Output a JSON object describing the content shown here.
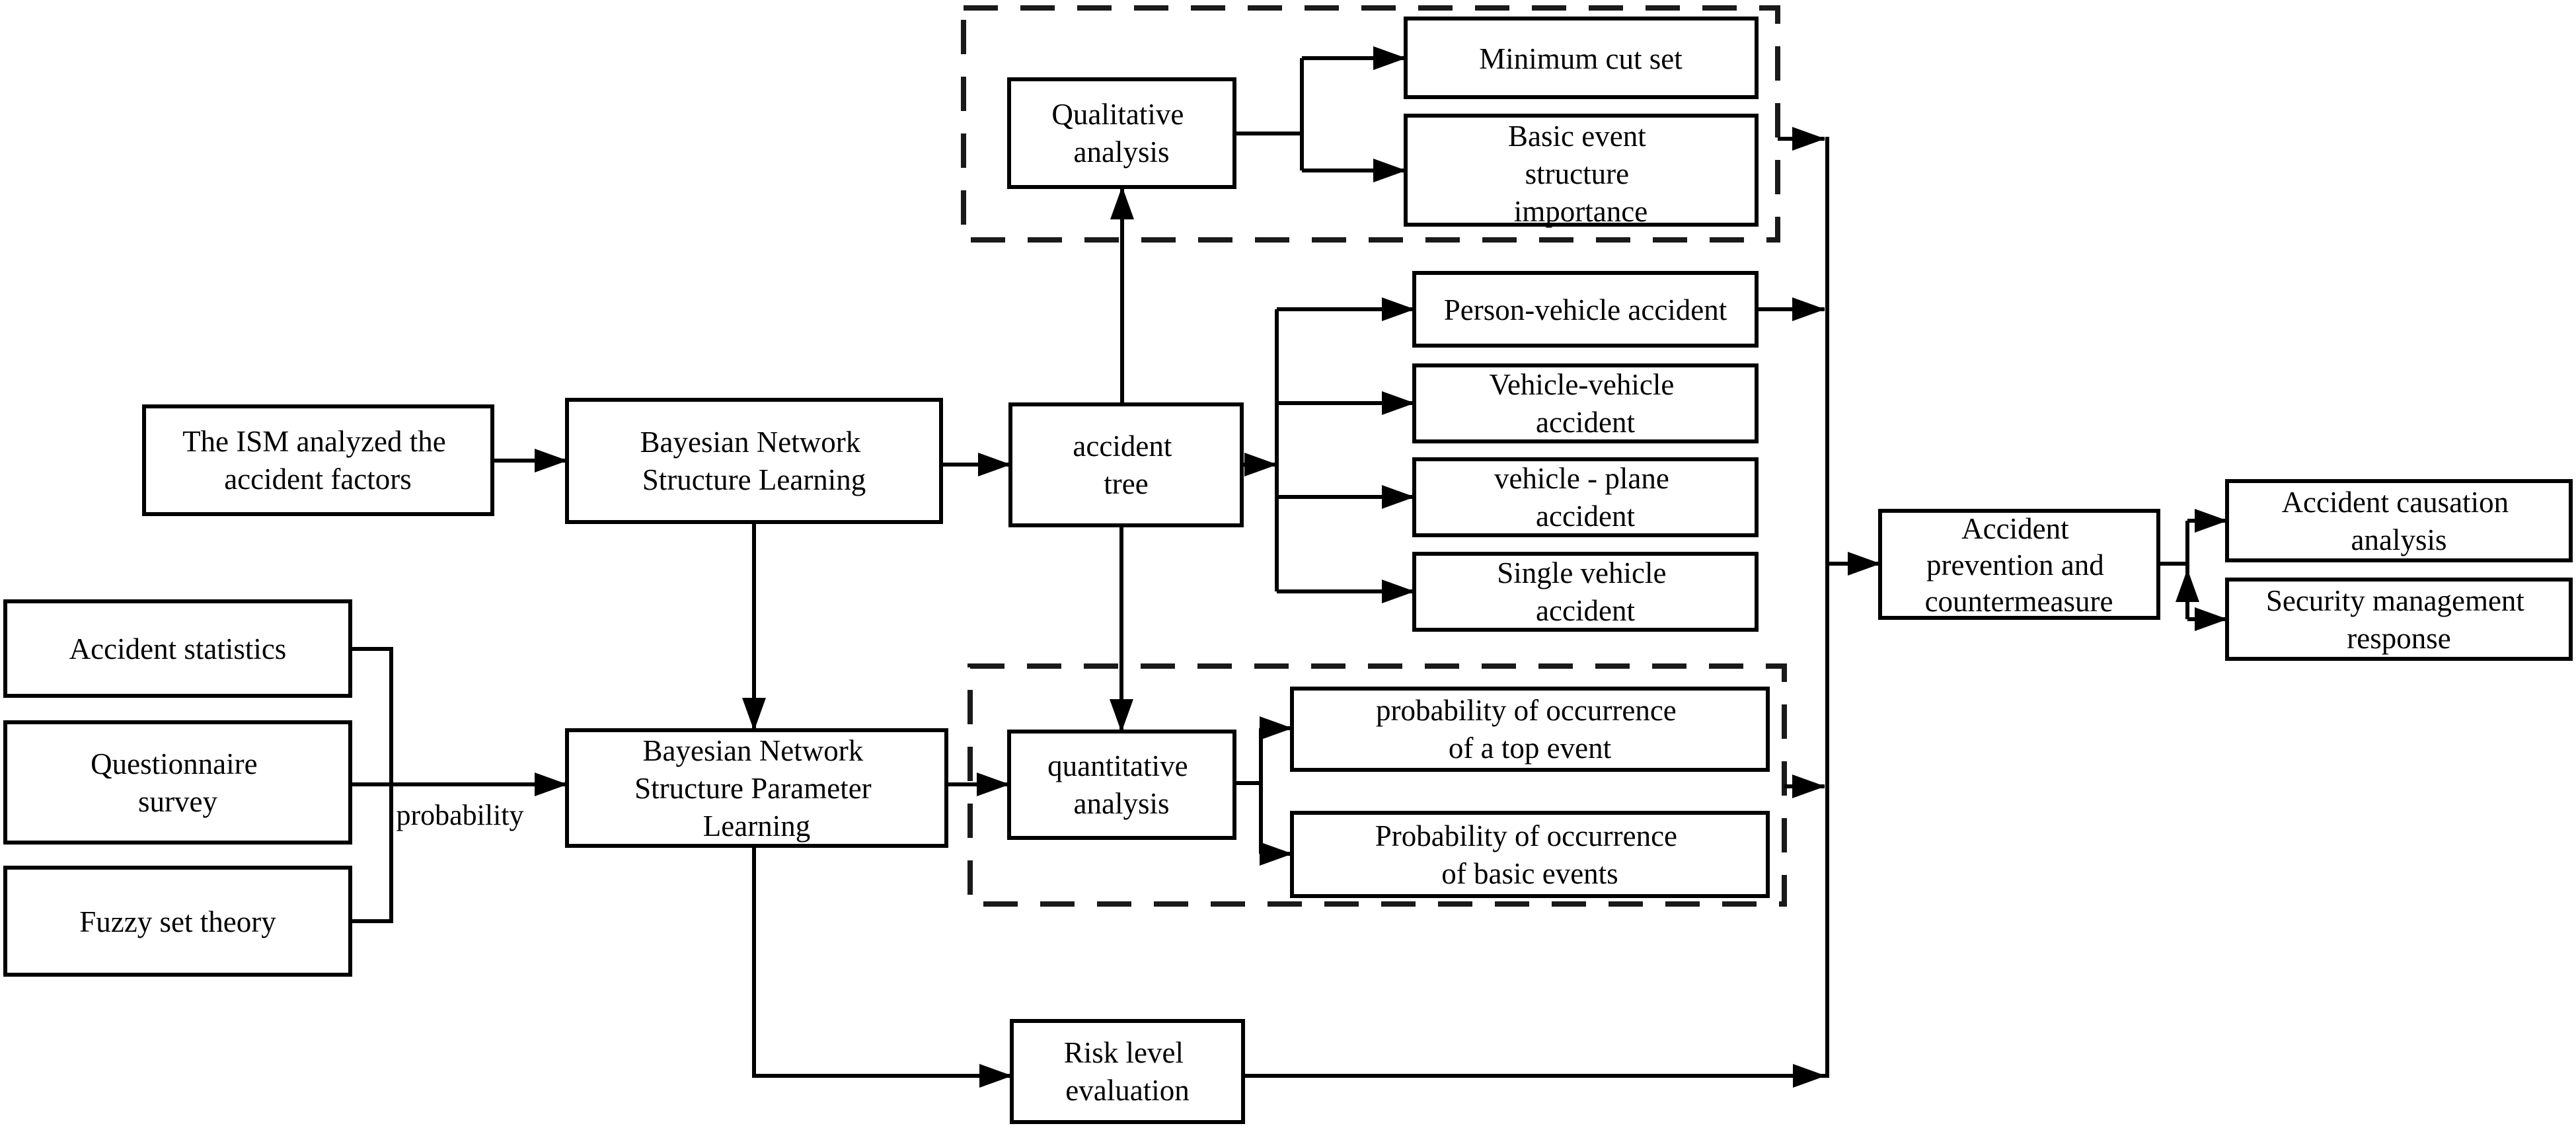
{
  "diagram": {
    "background_color": "#ffffff",
    "line_color": "#000000",
    "box_fill": "#ffffff",
    "nodes": {
      "ism": {
        "lines": [
          "The ISM analyzed the",
          "accident factors"
        ]
      },
      "bnsl": {
        "lines": [
          "Bayesian Network",
          "Structure Learning"
        ]
      },
      "tree": {
        "lines": [
          "accident",
          "tree"
        ]
      },
      "qualitative": {
        "lines": [
          "Qualitative",
          "analysis"
        ]
      },
      "min_cut": {
        "lines": [
          "Minimum cut set"
        ]
      },
      "basic_event": {
        "lines": [
          "Basic event",
          "structure",
          "importance"
        ]
      },
      "person_vehicle": {
        "lines": [
          "Person-vehicle accident"
        ]
      },
      "vehicle_vehicle": {
        "lines": [
          "Vehicle-vehicle",
          "accident"
        ]
      },
      "vehicle_plane": {
        "lines": [
          "vehicle - plane",
          "accident"
        ]
      },
      "single_vehicle": {
        "lines": [
          "Single vehicle",
          "accident"
        ]
      },
      "stats": {
        "lines": [
          "Accident statistics"
        ]
      },
      "questionnaire": {
        "lines": [
          "Questionnaire",
          "survey"
        ]
      },
      "fuzzy": {
        "lines": [
          "Fuzzy set theory"
        ]
      },
      "bnspl": {
        "lines": [
          "Bayesian Network",
          "Structure Parameter",
          "Learning"
        ]
      },
      "quantitative": {
        "lines": [
          "quantitative",
          "analysis"
        ]
      },
      "top_event": {
        "lines": [
          "probability of occurrence",
          "of a top event"
        ]
      },
      "basic_events_prob": {
        "lines": [
          "Probability of occurrence",
          "of basic events"
        ]
      },
      "prevention": {
        "lines": [
          "Accident",
          "prevention and",
          "countermeasure"
        ]
      },
      "causation": {
        "lines": [
          "Accident causation",
          "analysis"
        ]
      },
      "security": {
        "lines": [
          "Security management",
          "response"
        ]
      },
      "risk": {
        "lines": [
          "Risk level",
          "evaluation"
        ]
      }
    },
    "edge_labels": {
      "probability": "probability"
    }
  }
}
